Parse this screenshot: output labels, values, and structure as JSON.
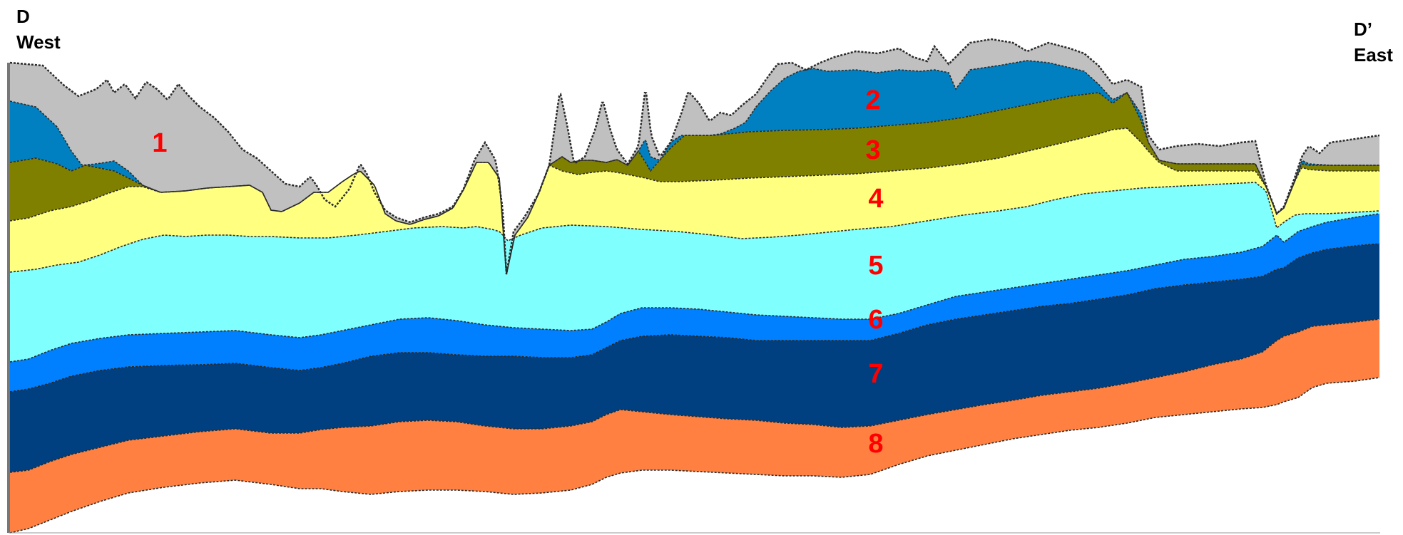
{
  "section": {
    "west_letter": "D",
    "west_label": "West",
    "east_letter": "D’",
    "east_label": "East"
  },
  "layers": [
    {
      "id": "1",
      "label": "1",
      "color": "#c0c0c0"
    },
    {
      "id": "2",
      "label": "2",
      "color": "#0080c0"
    },
    {
      "id": "3",
      "label": "3",
      "color": "#808000"
    },
    {
      "id": "4",
      "label": "4",
      "color": "#ffff80"
    },
    {
      "id": "5",
      "label": "5",
      "color": "#80ffff"
    },
    {
      "id": "6",
      "label": "6",
      "color": "#0080ff"
    },
    {
      "id": "7",
      "label": "7",
      "color": "#004080"
    },
    {
      "id": "8",
      "label": "8",
      "color": "#ff8040"
    }
  ],
  "label_color": "#ff0000",
  "boundary_color": "#2a2a2a"
}
